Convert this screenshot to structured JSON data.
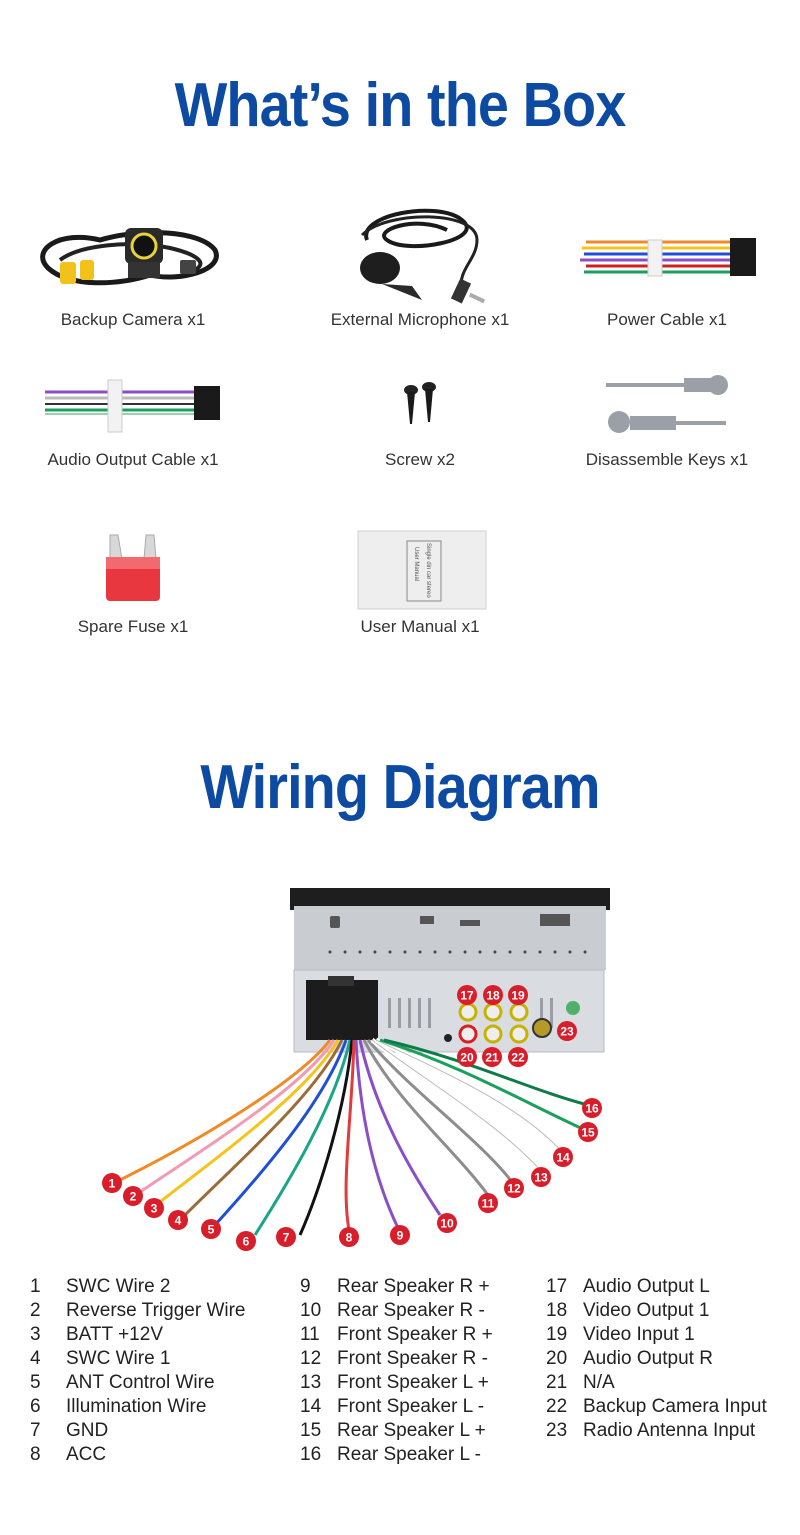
{
  "headings": {
    "box": "What’s in the Box",
    "wiring": "Wiring Diagram"
  },
  "box_items": [
    {
      "label": "Backup Camera x1",
      "icon": "backup-camera-icon"
    },
    {
      "label": "External Microphone x1",
      "icon": "microphone-icon"
    },
    {
      "label": "Power Cable x1",
      "icon": "power-cable-icon"
    },
    {
      "label": "Audio Output Cable x1",
      "icon": "audio-cable-icon"
    },
    {
      "label": "Screw x2",
      "icon": "screw-icon"
    },
    {
      "label": "Disassemble Keys x1",
      "icon": "keys-icon"
    },
    {
      "label": "Spare Fuse x1",
      "icon": "fuse-icon"
    },
    {
      "label": "User Manual x1",
      "icon": "manual-icon"
    }
  ],
  "manual_cover_text": [
    "Single din car stereo",
    "User Manual"
  ],
  "wire_markers": [
    "1",
    "2",
    "3",
    "4",
    "5",
    "6",
    "7",
    "8",
    "9",
    "10",
    "11",
    "12",
    "13",
    "14",
    "15",
    "16"
  ],
  "port_markers": [
    "17",
    "18",
    "19",
    "20",
    "21",
    "22",
    "23"
  ],
  "legend": [
    {
      "num": "1",
      "label": "SWC Wire 2"
    },
    {
      "num": "2",
      "label": "Reverse Trigger Wire"
    },
    {
      "num": "3",
      "label": "BATT +12V"
    },
    {
      "num": "4",
      "label": "SWC Wire 1"
    },
    {
      "num": "5",
      "label": "ANT Control Wire"
    },
    {
      "num": "6",
      "label": "Illumination Wire"
    },
    {
      "num": "7",
      "label": "GND"
    },
    {
      "num": "8",
      "label": "ACC"
    },
    {
      "num": "9",
      "label": "Rear Speaker R +"
    },
    {
      "num": "10",
      "label": "Rear Speaker R  -"
    },
    {
      "num": "11",
      "label": "Front Speaker R  +"
    },
    {
      "num": "12",
      "label": "Front Speaker R  -"
    },
    {
      "num": "13",
      "label": "Front Speaker L  +"
    },
    {
      "num": "14",
      "label": "Front Speaker L  -"
    },
    {
      "num": "15",
      "label": "Rear Speaker L  +"
    },
    {
      "num": "16",
      "label": "Rear Speaker L  -"
    },
    {
      "num": "17",
      "label": "Audio Output L"
    },
    {
      "num": "18",
      "label": "Video Output 1"
    },
    {
      "num": "19",
      "label": "Video Input 1"
    },
    {
      "num": "20",
      "label": "Audio Output R"
    },
    {
      "num": "21",
      "label": "N/A"
    },
    {
      "num": "22",
      "label": "Backup Camera Input"
    },
    {
      "num": "23",
      "label": "Radio Antenna Input"
    }
  ],
  "colors": {
    "heading": "#0d4aa1",
    "marker": "#d81e2a"
  }
}
